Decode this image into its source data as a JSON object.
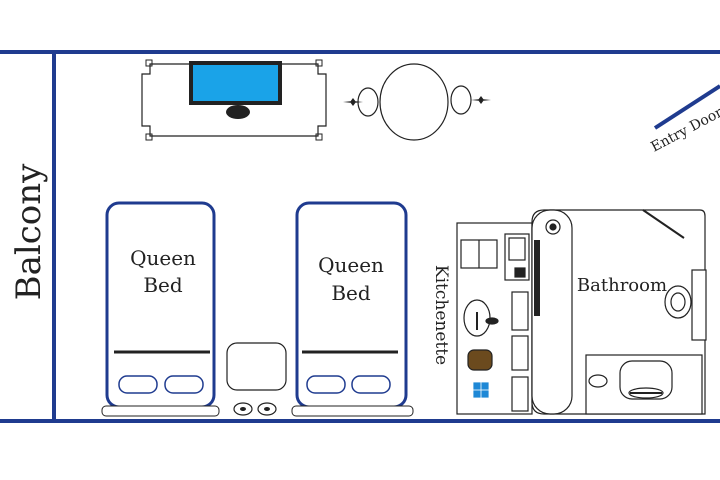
{
  "labels": {
    "balcony": "Balcony",
    "entry_door": "Entry Door",
    "bed_1": [
      "Queen",
      "Bed"
    ],
    "bed_2": [
      "Queen",
      "Bed"
    ],
    "kitchenette": "Kitchenette",
    "bathroom": "Bathroom"
  },
  "colors": {
    "wall": "#1f3b8f",
    "tv_screen": "#1aa3e8",
    "outline": "#222222",
    "kitchen_blue": "#1e88d6",
    "kitchen_brown": "#6b4a1e"
  },
  "icons": [
    "tv-icon",
    "table-icon",
    "sink-icon",
    "toilet-icon",
    "stove-icon",
    "refrigerator-icon"
  ]
}
